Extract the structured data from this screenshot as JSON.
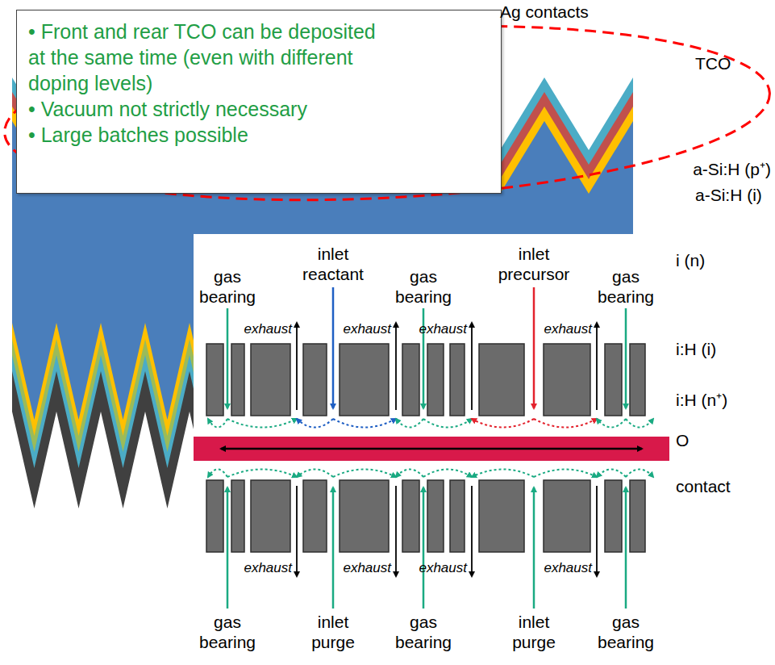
{
  "diagram": {
    "nodes": [
      {
        "text": [
          "• Front and rear TCO can be deposited at the same time (even with different doping levels)",
          "• Vacuum not strictly necessary",
          "• Large batches possible"
        ]
      }
    ],
    "labels": [
      "Ag contacts",
      "TCO",
      "a-Si:H (p⁺)",
      "a-Si:H (i)",
      "i (n)",
      "i:H (i)",
      "i:H (n⁺)",
      "O",
      "contact",
      "gas bearing",
      "inlet reactant",
      "gas bearing",
      "inlet precursor",
      "gas bearing",
      "exhaust",
      "exhaust",
      "exhaust",
      "exhaust",
      "exhaust",
      "exhaust",
      "exhaust",
      "exhaust",
      "gas bearing",
      "inlet purge",
      "gas bearing",
      "inlet purge",
      "gas bearing"
    ]
  }
}
